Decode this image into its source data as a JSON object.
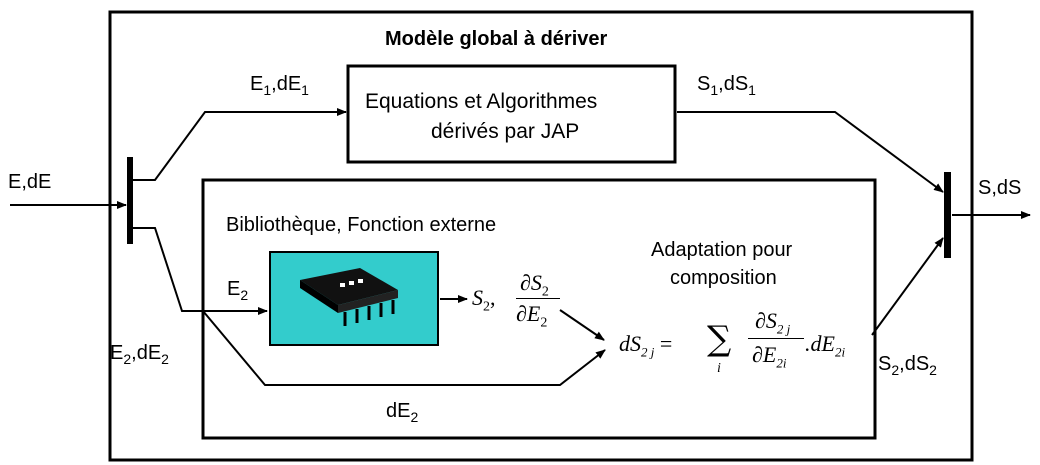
{
  "diagram": {
    "title": "Modèle global à dériver",
    "input_label": "E,dE",
    "output_label": "S,dS",
    "branch1_in": {
      "main": "E",
      "sub": "1",
      "mid": ",dE",
      "sub2": "1"
    },
    "branch1_out": {
      "main": "S",
      "sub": "1",
      "mid": ",dS",
      "sub2": "1"
    },
    "box1_line1": "Equations et Algorithmes",
    "box1_line2": "dérivés par JAP",
    "library_label": "Bibliothèque, Fonction externe",
    "e2_label": {
      "main": "E",
      "sub": "2"
    },
    "e2de2_label": {
      "main": "E",
      "sub": "2",
      "mid": ",dE",
      "sub2": "2"
    },
    "de2_label": {
      "main": "dE",
      "sub": "2"
    },
    "s2ds2_label": {
      "main": "S",
      "sub": "2",
      "mid": ",dS",
      "sub2": "2"
    },
    "adapt_line1": "Adaptation pour",
    "adapt_line2": "composition",
    "formula_s2": "S",
    "formula_s2_sub": "2",
    "formula_partial_num": "∂S",
    "formula_partial_num_sub": "2",
    "formula_partial_den": "∂E",
    "formula_partial_den_sub": "2",
    "sum_lhs": "dS",
    "sum_lhs_sub": "2 j",
    "sum_symbol": "∑",
    "sum_index": "i",
    "sum_num": "∂S",
    "sum_num_sub": "2 j",
    "sum_den": "∂E",
    "sum_den_sub": "2i",
    "sum_tail": ".dE",
    "sum_tail_sub": "2i",
    "chip_icon": "chip-icon"
  }
}
